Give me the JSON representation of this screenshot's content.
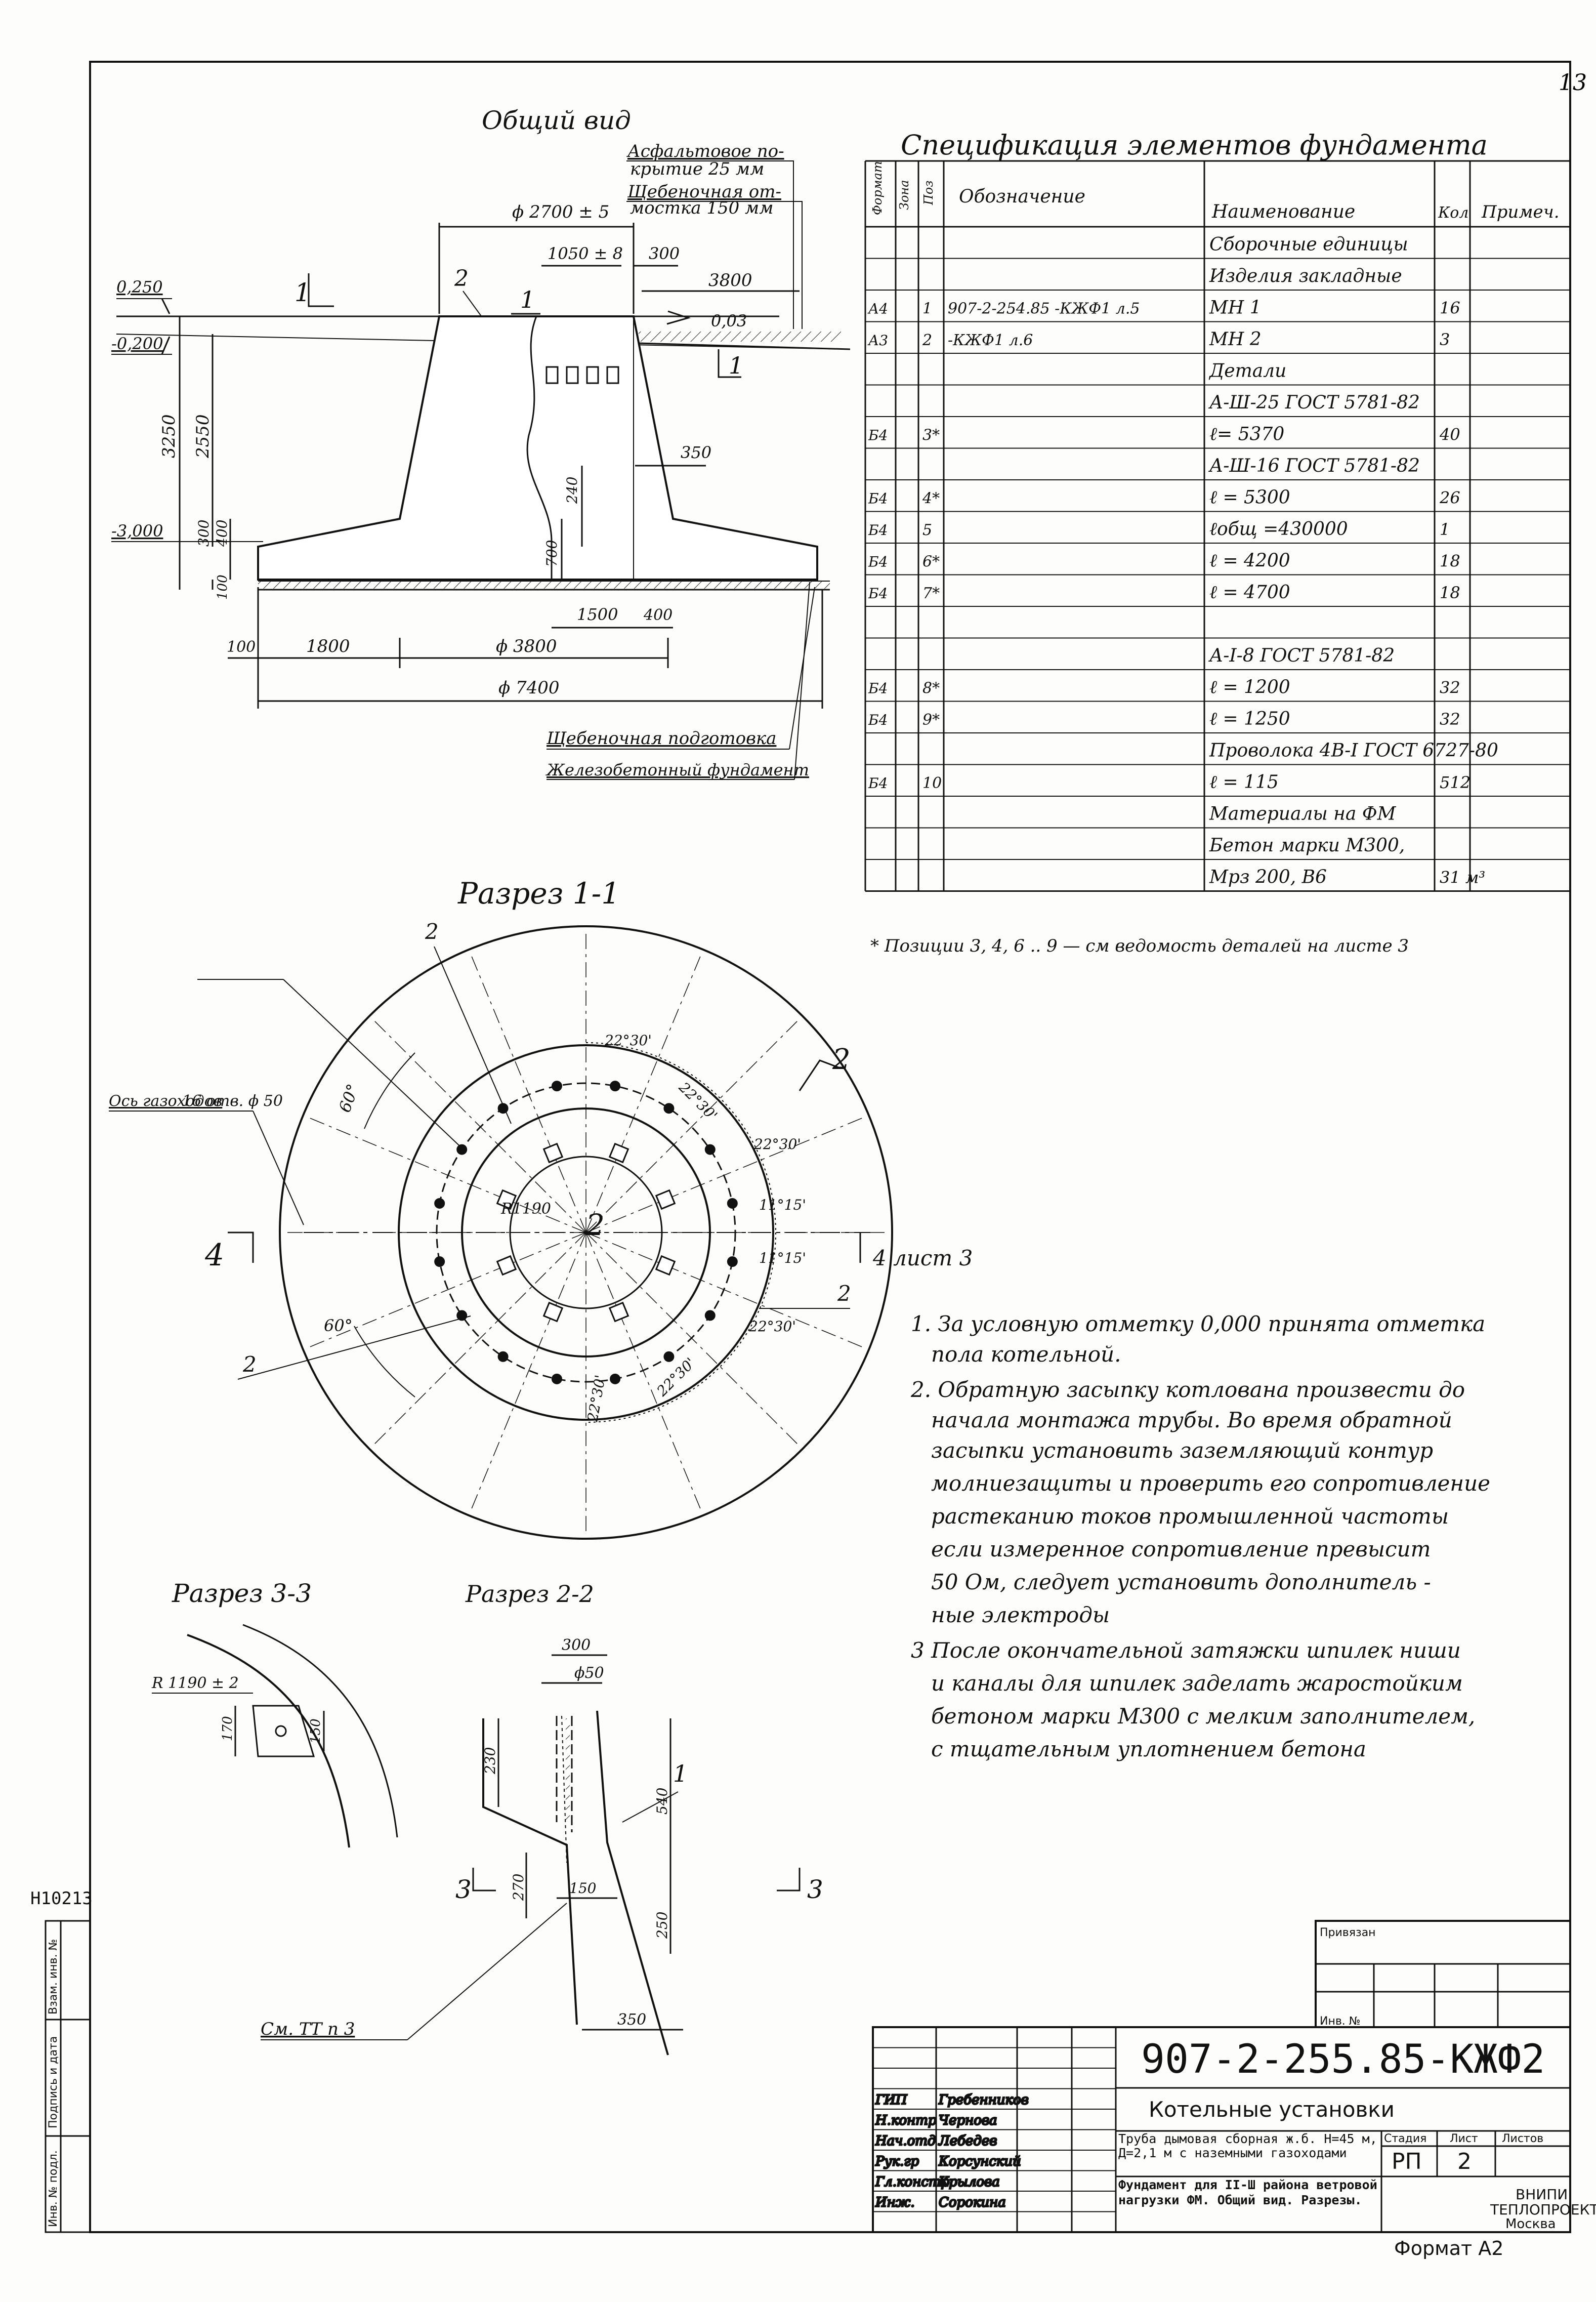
{
  "page_number": "13",
  "general_view": {
    "title": "Общий вид",
    "asphalt": [
      "Асфальтовое по-",
      "крытие 25 мм"
    ],
    "gravel": [
      "Щебеночная от-",
      "мостка 150 мм"
    ],
    "dim_2700": "ϕ 2700 ± 5",
    "dim_1050": "1050 ± 8",
    "dim_300": "300",
    "dim_3800": "3800",
    "slope": "0,03",
    "elev_0250": "0,250",
    "elev_0200": "-0,200",
    "elev_3000": "-3,000",
    "dim_3250": "3250",
    "dim_2550": "2550",
    "dim_350": "350",
    "dim_240": "240",
    "dim_700": "700",
    "dim_300v": "300",
    "dim_400v": "400",
    "dim_100v": "100",
    "dim_1500": "1500",
    "dim_400": "400",
    "dim_100": "100",
    "dim_1800": "1800",
    "dim_d3800": "ϕ 3800",
    "dim_d7400": "ϕ 7400",
    "label_gravel_base": "Щебеночная подготовка",
    "label_rc_foundation": "Железобетонный фундамент",
    "mark_1": "1",
    "mark_2": "2"
  },
  "specification": {
    "title": "Спецификация элементов фундамента",
    "headers": {
      "format": "Формат",
      "zone": "Зона",
      "pos": "Поз",
      "designation": "Обозначение",
      "name": "Наименование",
      "qty": "Кол",
      "note": "Примеч."
    },
    "rows": [
      {
        "format": "",
        "pos": "",
        "designation": "",
        "name": "Сборочные единицы",
        "qty": ""
      },
      {
        "format": "",
        "pos": "",
        "designation": "",
        "name": "Изделия закладные",
        "qty": ""
      },
      {
        "format": "А4",
        "pos": "1",
        "designation": "907-2-254.85 -КЖФ1 л.5",
        "name": "МН 1",
        "qty": "16"
      },
      {
        "format": "А3",
        "pos": "2",
        "designation": "-КЖФ1 л.6",
        "name": "МН 2",
        "qty": "3"
      },
      {
        "format": "",
        "pos": "",
        "designation": "",
        "name": "Детали",
        "qty": ""
      },
      {
        "format": "",
        "pos": "",
        "designation": "",
        "name": "А-Ш-25 ГОСТ 5781-82",
        "qty": ""
      },
      {
        "format": "Б4",
        "pos": "3*",
        "designation": "",
        "name": "ℓ= 5370",
        "qty": "40"
      },
      {
        "format": "",
        "pos": "",
        "designation": "",
        "name": "А-Ш-16 ГОСТ 5781-82",
        "qty": ""
      },
      {
        "format": "Б4",
        "pos": "4*",
        "designation": "",
        "name": "ℓ = 5300",
        "qty": "26"
      },
      {
        "format": "Б4",
        "pos": "5",
        "designation": "",
        "name": "ℓобщ =430000",
        "qty": "1"
      },
      {
        "format": "Б4",
        "pos": "6*",
        "designation": "",
        "name": "ℓ = 4200",
        "qty": "18"
      },
      {
        "format": "Б4",
        "pos": "7*",
        "designation": "",
        "name": "ℓ = 4700",
        "qty": "18"
      },
      {
        "format": "",
        "pos": "",
        "designation": "",
        "name": "",
        "qty": ""
      },
      {
        "format": "",
        "pos": "",
        "designation": "",
        "name": "А-I-8 ГОСТ 5781-82",
        "qty": ""
      },
      {
        "format": "Б4",
        "pos": "8*",
        "designation": "",
        "name": "ℓ = 1200",
        "qty": "32"
      },
      {
        "format": "Б4",
        "pos": "9*",
        "designation": "",
        "name": "ℓ = 1250",
        "qty": "32"
      },
      {
        "format": "",
        "pos": "",
        "designation": "",
        "name": "Проволока 4В-I ГОСТ 6727-80",
        "qty": ""
      },
      {
        "format": "Б4",
        "pos": "10",
        "designation": "",
        "name": "ℓ = 115",
        "qty": "512"
      },
      {
        "format": "",
        "pos": "",
        "designation": "",
        "name": "Материалы на ФМ",
        "qty": ""
      },
      {
        "format": "",
        "pos": "",
        "designation": "",
        "name": "Бетон марки М300,",
        "qty": ""
      },
      {
        "format": "",
        "pos": "",
        "designation": "",
        "name": "Мрз 200, В6",
        "qty": "31 м³"
      }
    ],
    "footnote": "* Позиции 3, 4, 6 .. 9 — см ведомость деталей на листе 3"
  },
  "section_1_1": {
    "title": "Разрез 1-1",
    "holes": "16 отв. ϕ 50",
    "flue_axis": "Ось газоходов",
    "radius": "R1190",
    "angles": [
      "22°30'",
      "22°30'",
      "22°30'",
      "11°15'",
      "11°15'",
      "22°30'",
      "22°30'",
      "22°30'",
      "60°",
      "60°"
    ],
    "mark_4": "4",
    "mark_4_sheet": "4 лист 3",
    "mark_2": "2"
  },
  "notes": [
    "1. За условную отметку 0,000 принята отметка пола котельной.",
    "2. Обратную засыпку котлована произвести до начала монтажа трубы. Во время обратной засыпки установить заземляющий контур молниезащиты и проверить его сопротивление растеканию токов промышленной частоты. Если измеренное сопротивление превысит 50 Ом, следует установить дополнительные электроды.",
    "3. После окончательной затяжки шпилек ниши и каналы для шпилек заделать жаростойким бетоном марки М300 с мелким заполнителем, с тщательным уплотнением бетона."
  ],
  "section_3_3": {
    "title": "Разрез 3-3",
    "radius": "R 1190 ± 2",
    "dim_170": "170",
    "dim_150": "150"
  },
  "section_2_2": {
    "title": "Разрез 2-2",
    "dim_300": "300",
    "dim_50": "ϕ50",
    "dim_230": "230",
    "dim_540": "540",
    "dim_270": "270",
    "dim_150": "150",
    "dim_250": "250",
    "dim_350": "350",
    "mark_1": "1",
    "mark_3": "3",
    "ref": "См. ТТ п 3"
  },
  "side_stamp": {
    "code": "Н10213",
    "cells": [
      "Инв. № подл.",
      "Подпись и дата",
      "Взам. инв. №"
    ]
  },
  "title_block": {
    "bound_label": "Привязан",
    "inv_label": "Инв. №",
    "doc_code": "907-2-255.85-КЖФ2",
    "category": "Котельные установки",
    "project": "Труба дымовая сборная ж.б. Н=45 м, Д=2,1 м с наземными газоходами",
    "sheet_title": "Фундамент для II-Ш района ветровой нагрузки ФМ. Общий вид. Разрезы.",
    "stage_label": "Стадия",
    "sheet_label": "Лист",
    "sheets_label": "Листов",
    "stage": "РП",
    "sheet": "2",
    "org": [
      "ВНИПИ",
      "ТЕПЛОПРОЕКТ",
      "Москва"
    ],
    "roles": [
      {
        "role": "ГИП",
        "name": "Гребенников"
      },
      {
        "role": "Н.контр",
        "name": "Чернова"
      },
      {
        "role": "Нач.отд",
        "name": "Лебедев"
      },
      {
        "role": "Рук.гр",
        "name": "Корсунский"
      },
      {
        "role": "Гл.констр",
        "name": "Крылова"
      },
      {
        "role": "Инж.",
        "name": "Сорокина"
      }
    ],
    "format": "Формат А2"
  }
}
